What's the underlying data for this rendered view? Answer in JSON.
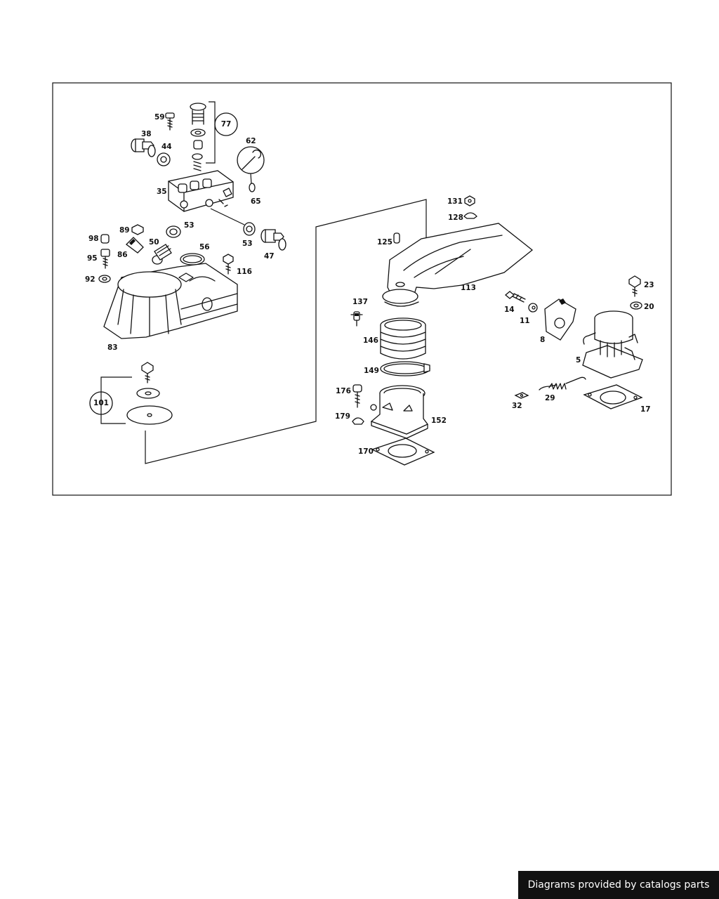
{
  "callouts": {
    "p59": "59",
    "p77": "77",
    "p38": "38",
    "p44": "44",
    "p62": "62",
    "p35": "35",
    "p65": "65",
    "p53a": "53",
    "p53b": "53",
    "p47": "47",
    "p98": "98",
    "p89": "89",
    "p50": "50",
    "p56": "56",
    "p86": "86",
    "p95": "95",
    "p116": "116",
    "p92": "92",
    "p83": "83",
    "p101": "101",
    "p131": "131",
    "p128": "128",
    "p125": "125",
    "p113": "113",
    "p137": "137",
    "p14": "14",
    "p11": "11",
    "p23": "23",
    "p20": "20",
    "p146": "146",
    "p8": "8",
    "p149": "149",
    "p5": "5",
    "p176": "176",
    "p179": "179",
    "p152": "152",
    "p32": "32",
    "p29": "29",
    "p17": "17",
    "p170": "170"
  },
  "footer": {
    "credit": "Diagrams provided by catalogs parts"
  }
}
